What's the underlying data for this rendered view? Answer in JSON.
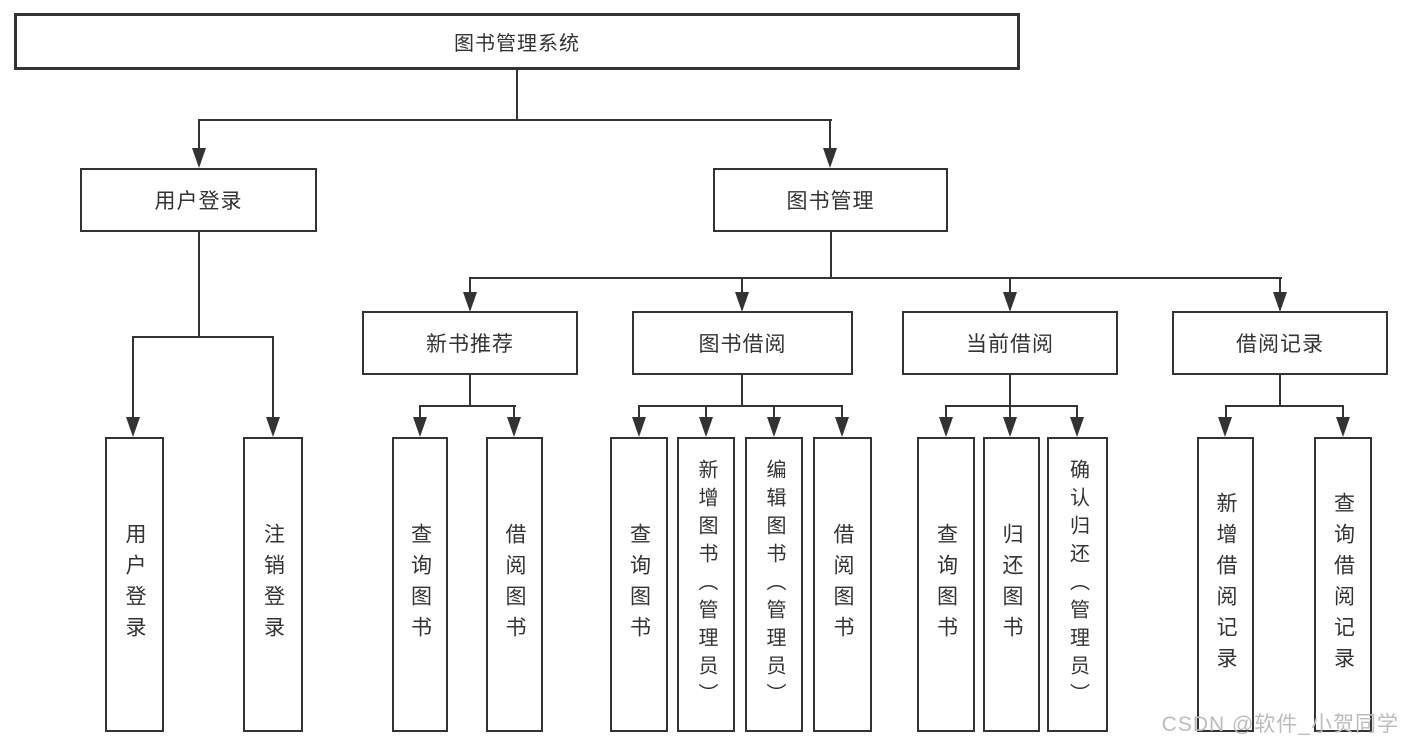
{
  "diagram": {
    "root": {
      "label": "图书管理系统"
    },
    "level1": [
      {
        "label": "用户登录",
        "leaves": [
          "用户登录",
          "注销登录"
        ]
      },
      {
        "label": "图书管理",
        "groups": [
          {
            "label": "新书推荐",
            "leaves": [
              "查询图书",
              "借阅图书"
            ]
          },
          {
            "label": "图书借阅",
            "leaves": [
              "查询图书",
              "新增图书（管理员）",
              "编辑图书（管理员）",
              "借阅图书"
            ]
          },
          {
            "label": "当前借阅",
            "leaves": [
              "查询图书",
              "归还图书",
              "确认归还（管理员）"
            ]
          },
          {
            "label": "借阅记录",
            "leaves": [
              "新增借阅记录",
              "查询借阅记录"
            ]
          }
        ]
      }
    ]
  },
  "watermark": "CSDN @软件_小贺同学",
  "colors": {
    "line": "#333333",
    "text": "#333333",
    "background": "#ffffff",
    "watermark": "#bcbcbc"
  }
}
